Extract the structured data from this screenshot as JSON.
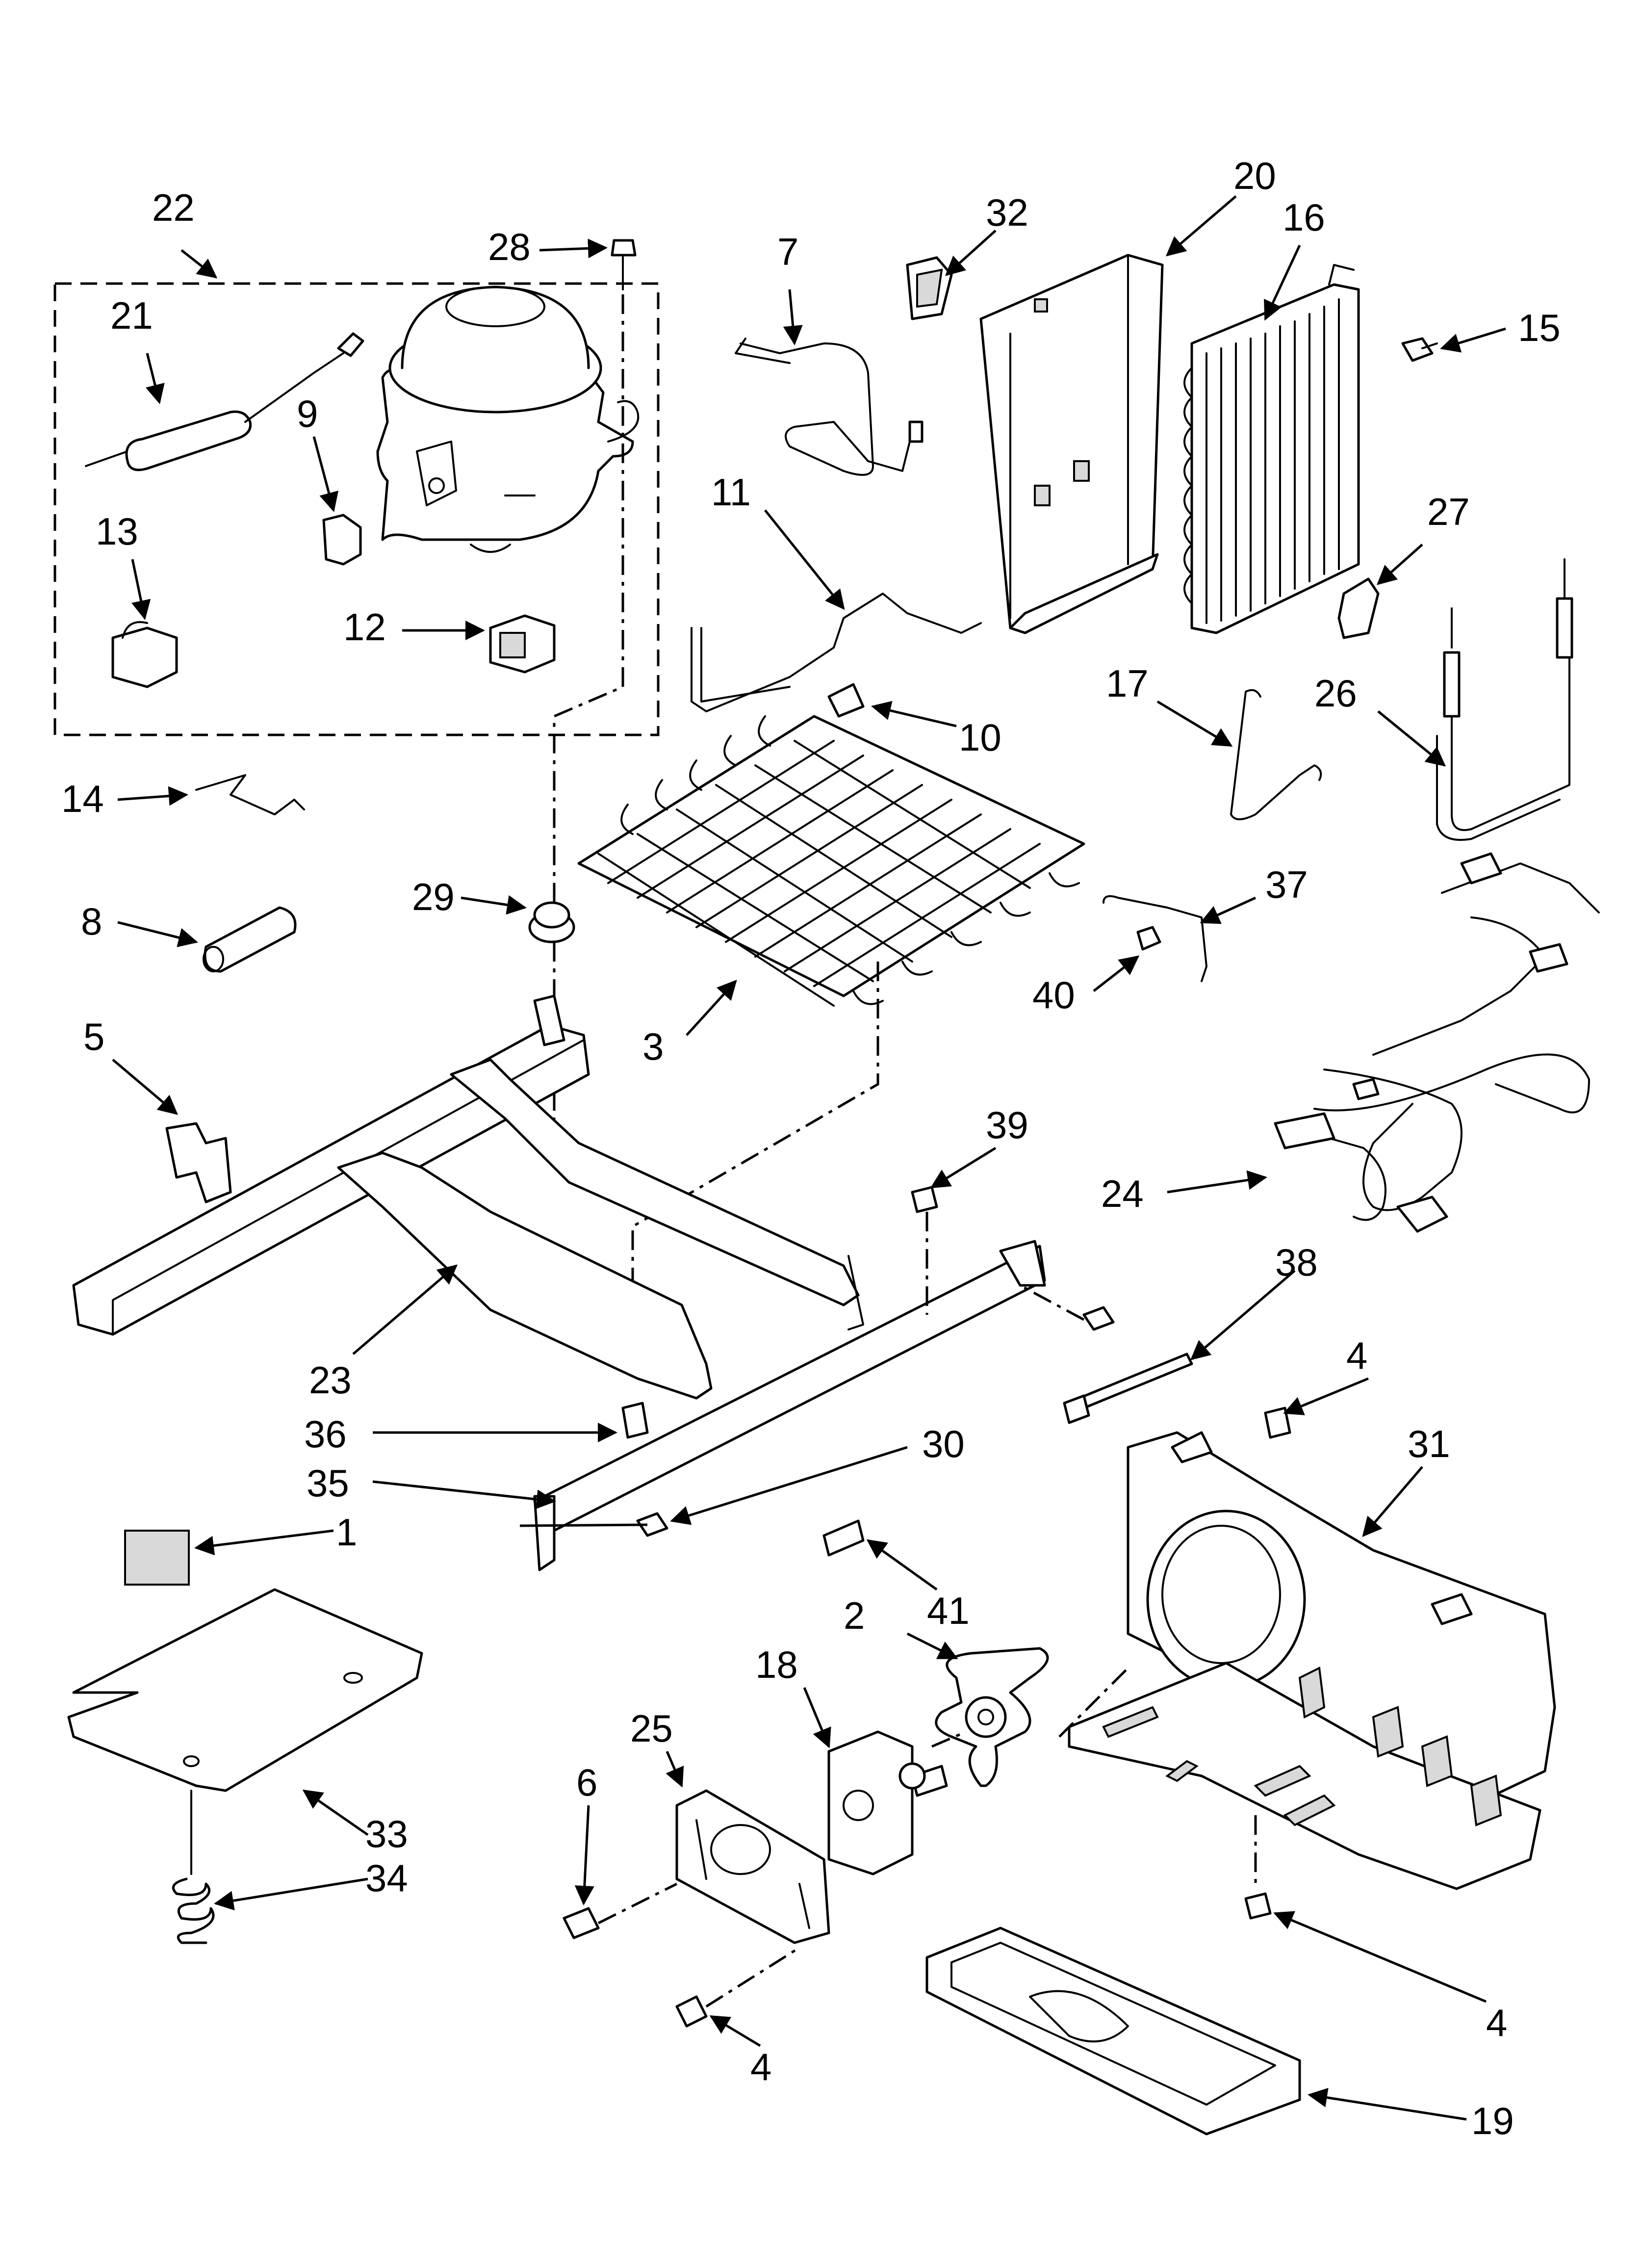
{
  "labels": {
    "n1": "1",
    "n2": "2",
    "n3": "3",
    "n4a": "4",
    "n4b": "4",
    "n4c": "4",
    "n5": "5",
    "n6": "6",
    "n7": "7",
    "n8": "8",
    "n9": "9",
    "n10": "10",
    "n11": "11",
    "n12": "12",
    "n13": "13",
    "n14": "14",
    "n15": "15",
    "n16": "16",
    "n17": "17",
    "n18": "18",
    "n19": "19",
    "n20": "20",
    "n21": "21",
    "n22": "22",
    "n23": "23",
    "n24": "24",
    "n25": "25",
    "n26": "26",
    "n27": "27",
    "n28": "28",
    "n29": "29",
    "n30": "30",
    "n31": "31",
    "n32": "32",
    "n33": "33",
    "n34": "34",
    "n35": "35",
    "n36": "36",
    "n37": "37",
    "n38": "38",
    "n39": "39",
    "n40": "40",
    "n41": "41"
  }
}
